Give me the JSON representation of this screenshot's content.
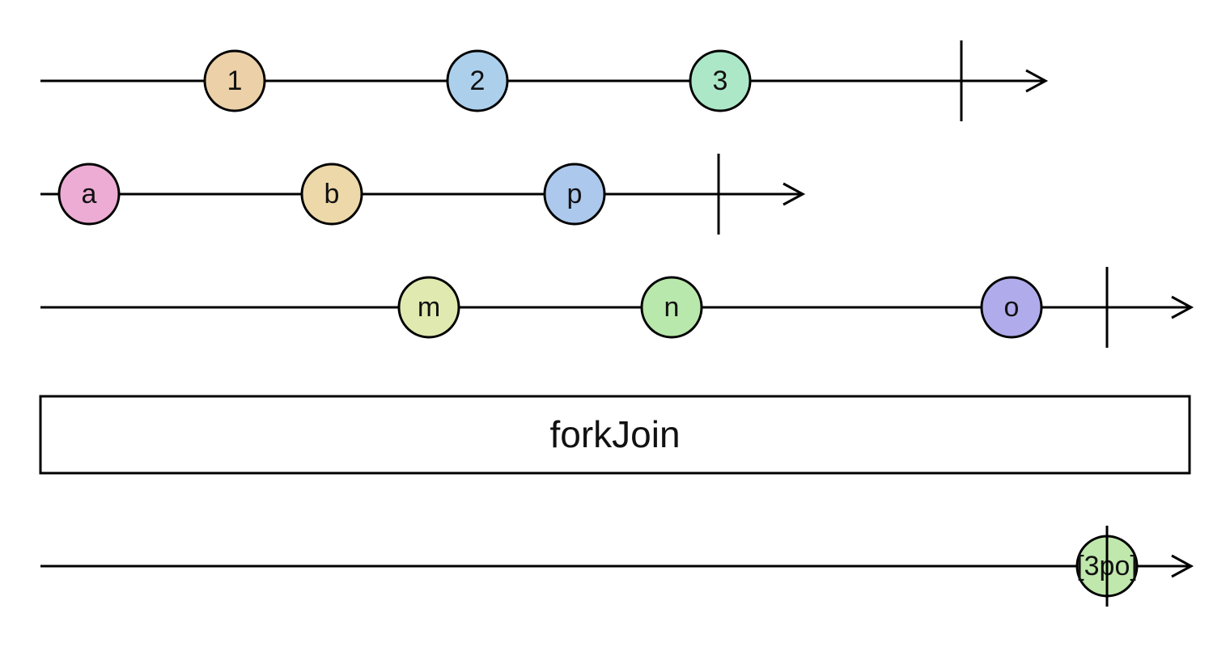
{
  "operator": {
    "label": "forkJoin"
  },
  "inputs": [
    {
      "marbles": [
        {
          "label": "1",
          "color": "#ecd0a8"
        },
        {
          "label": "2",
          "color": "#acd0ec"
        },
        {
          "label": "3",
          "color": "#ace8c8"
        }
      ],
      "completes": true
    },
    {
      "marbles": [
        {
          "label": "a",
          "color": "#ecacd4"
        },
        {
          "label": "b",
          "color": "#ecd8a8"
        },
        {
          "label": "p",
          "color": "#acc8ec"
        }
      ],
      "completes": true
    },
    {
      "marbles": [
        {
          "label": "m",
          "color": "#e0eab0"
        },
        {
          "label": "n",
          "color": "#b8e8ac"
        },
        {
          "label": "o",
          "color": "#b0acec"
        }
      ],
      "completes": true
    }
  ],
  "output": {
    "marbles": [
      {
        "label": "[3po]",
        "color": "#c0e8ac"
      }
    ],
    "completes": true
  }
}
